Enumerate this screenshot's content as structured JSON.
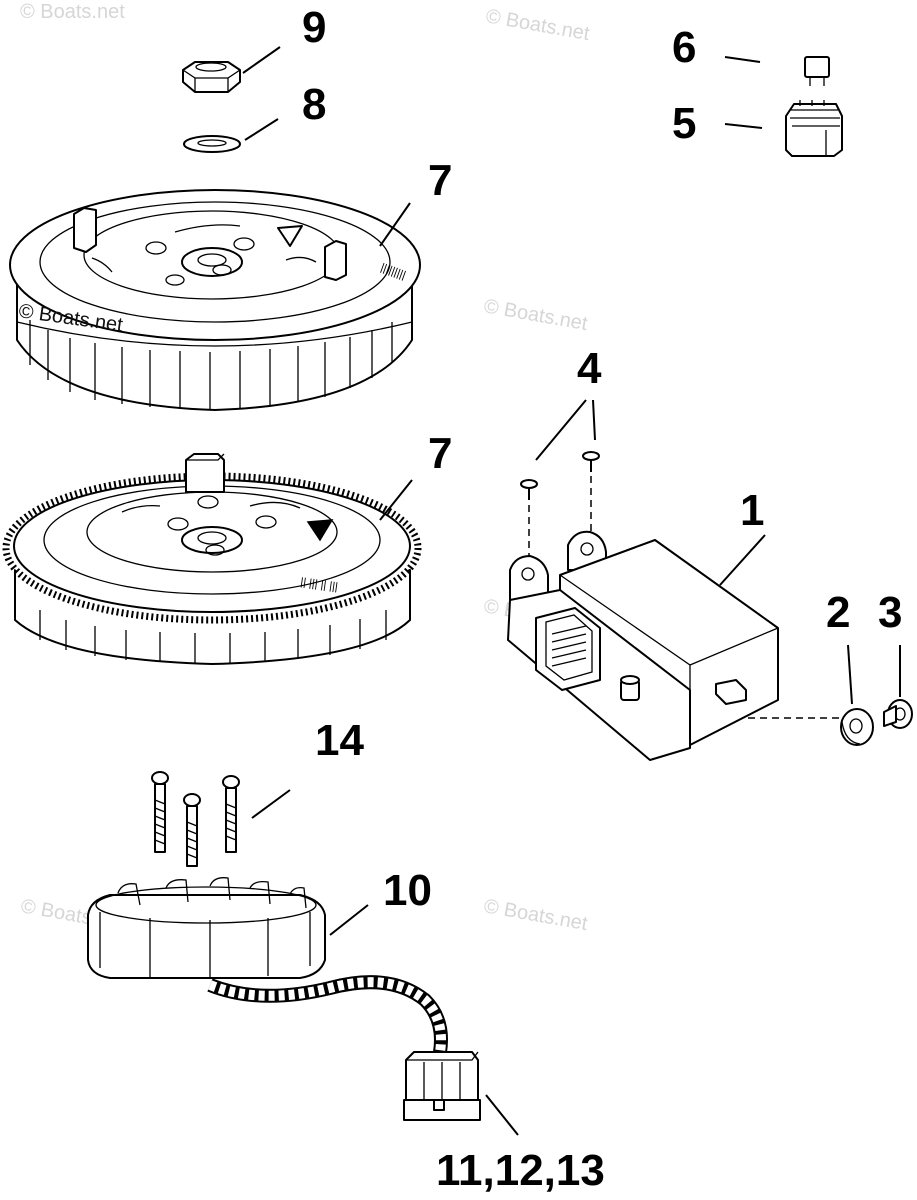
{
  "watermarks": {
    "dark": "© Boats.net",
    "light": "© Boats.net"
  },
  "callouts": {
    "c9": "9",
    "c8": "8",
    "c6": "6",
    "c5": "5",
    "c7_top": "7",
    "c7_bottom": "7",
    "c4": "4",
    "c1": "1",
    "c2": "2",
    "c3": "3",
    "c14": "14",
    "c10": "10",
    "c11_12_13": "11,12,13"
  },
  "colors": {
    "line": "#000000",
    "background": "#ffffff",
    "watermark": "#d6d6d6"
  }
}
